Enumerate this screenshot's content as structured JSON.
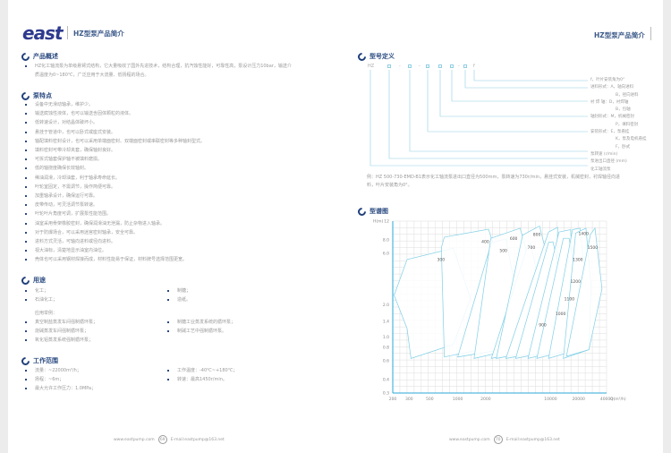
{
  "header": {
    "logo": "east",
    "title": "HZ型泵产品简介",
    "title_right": "HZ型泵产品简介"
  },
  "overview": {
    "heading": "产品概述",
    "lines": [
      "HZ化工轴流泵为单级悬臂式结构，它大量吸收了国外先进技术，结构合理，抗汽蚀性能好，可靠性高，泵设计压力10bar，输送介",
      "质温度为0~180℃，广泛应用于大流量、低扬程的场合。"
    ]
  },
  "features": {
    "heading": "泵特点",
    "items": [
      "设备中无滑动轴承，维护少。",
      "输送腐蚀性液体，也可以输送含固体颗粒的液体。",
      "低转速设计，对结晶体破坏小。",
      "悬挂于管道中，也可以卧式或座式安装。",
      "轴配填料密封设计，也可以采用单端面密封、双端面密封或串联密封等多种轴封型式。",
      "填料密封可带冷却夹套，确保轴封良好。",
      "可拆式轴套保护轴不被填料磨损。",
      "低的轴挠度确保长效轴封。",
      "稀油润滑，冷却油套，利于轴承寿命延长。",
      "叶轮室固定，不需调节，操作简便可靠。",
      "加重轴承设计，确保运行可靠。",
      "皮带传动，可灵活调节泵转速。",
      "叶轮叶片角度可调，扩展泵性能范围。",
      "油室采用骨架橡胶密封，确保润滑油无泄漏，防止杂物进入轴承。",
      "对于防爆场合，可以采用迷宫密封轴承，安全可靠。",
      "进料方式灵活，可轴向进料或径向进料。",
      "视大油标，清楚地显示油室内油位。",
      "壳体也可以采用钢材焊接而成，材料性能易于保证，材料牌号选择范围更宽。"
    ]
  },
  "uses": {
    "heading": "用途",
    "left": [
      "化工；",
      "石油化工；"
    ],
    "right": [
      "制糖；",
      "造纸。"
    ],
    "examples_label": "应用举例：",
    "examples_left": [
      "真空制盐蒸发车间强制循环泵；",
      "烧碱蒸发车间强制循环泵；",
      "氧化铝蒸发系统强制循环泵；"
    ],
    "examples_right": [
      "制糖工业蒸发系统的循环泵；",
      "制碱工艺中强制循环泵。"
    ]
  },
  "range": {
    "heading": "工作范围",
    "left": [
      "流量：~22000m³/h；",
      "扬程：~6m；",
      "最大允许工作压力：1.0MPa；"
    ],
    "right": [
      "工作温度：-40℃~+180℃；",
      "转速：最高1450r/min。"
    ]
  },
  "footer_left": {
    "site": "www.eastpump.com",
    "page": "69",
    "email": "E-mail:eastpump@163.net"
  },
  "footer_right": {
    "site": "www.eastpump.com",
    "page": "70",
    "email": "E-mail:eastpump@163.net"
  },
  "model": {
    "heading": "型号定义",
    "prefix": "HZ",
    "dash": "-",
    "suffix": "f",
    "legend": [
      "f，叶片安装角为0°",
      "进料形式：A，轴向进料",
      "B，径向进料",
      "衬 焊 轴：D，衬焊轴",
      "B，包轴",
      "轴封形式：M，机械密封",
      "P，填料密封",
      "安装形式：E，泵悬挂",
      "K，泵及电机悬挂",
      "F，卧式",
      "泵转速 (r/min)",
      "泵进出口直径 (mm)",
      "化工轴流泵"
    ],
    "example": [
      "例：HZ 500-730-EMD-B1表示化工轴流泵进出口直径为500mm，泵转速为730r/min，悬挂式安装，机械密封，衬焊轴径向进",
      "料，叶片安装角为0°。"
    ]
  },
  "chart_heading": "型谱图",
  "chart_data": {
    "type": "area",
    "xlabel": "Q(m³/h)",
    "ylabel": "H(m)",
    "xscale": "log",
    "yscale": "log",
    "xlim": [
      200,
      40000
    ],
    "ylim": [
      0.3,
      12
    ],
    "grid": true,
    "xticks": [
      "200",
      "300",
      "500",
      "1000",
      "2000",
      "10000",
      "20000",
      "40000"
    ],
    "yticks": [
      "12",
      "8.0",
      "6.0",
      "2.0",
      "1.4",
      "1.0",
      "0.8",
      "0.6",
      "0.4",
      "0.3"
    ],
    "series": [
      {
        "name": "300",
        "label_at": [
          660,
          5.1
        ],
        "points": [
          [
            207,
            2.44
          ],
          [
            285,
            5.26
          ],
          [
            895,
            6.7
          ],
          [
            1374,
            2.29
          ],
          [
            895,
            0.85
          ],
          [
            314,
            0.63
          ],
          [
            285,
            1.2
          ]
        ]
      },
      {
        "name": "400",
        "label_at": [
          1980,
          7.5
        ],
        "points": [
          [
            718,
            8.5
          ],
          [
            2144,
            10.1
          ],
          [
            3180,
            3.5
          ],
          [
            1845,
            0.77
          ],
          [
            718,
            0.65
          ],
          [
            667,
            6.8
          ]
        ]
      },
      {
        "name": "500",
        "label_at": [
          3100,
          6.2
        ],
        "points": [
          [
            2300,
            7.5
          ],
          [
            3300,
            8.2
          ],
          [
            4000,
            3.4
          ],
          [
            3500,
            0.78
          ],
          [
            1000,
            0.65
          ]
        ]
      },
      {
        "name": "600",
        "label_at": [
          4000,
          8.0
        ],
        "points": [
          [
            2270,
            8.3
          ],
          [
            4700,
            10.3
          ],
          [
            6300,
            4.1
          ],
          [
            4100,
            0.77
          ],
          [
            1500,
            0.63
          ]
        ]
      },
      {
        "name": "700",
        "label_at": [
          6200,
          6.6
        ],
        "points": [
          [
            5700,
            7.2
          ],
          [
            6100,
            7.4
          ],
          [
            7600,
            3.0
          ],
          [
            5270,
            0.74
          ],
          [
            2300,
            0.63
          ]
        ]
      },
      {
        "name": "800",
        "label_at": [
          7100,
          8.7
        ],
        "points": [
          [
            5000,
            8.9
          ],
          [
            7600,
            10.8
          ],
          [
            11000,
            3.0
          ],
          [
            7100,
            0.74
          ],
          [
            2600,
            0.63
          ]
        ]
      },
      {
        "name": "900",
        "label_at": [
          8200,
          1.25
        ],
        "points": [
          [
            9500,
            9.5
          ],
          [
            11900,
            10.5
          ],
          [
            11600,
            3.0
          ],
          [
            8500,
            0.73
          ],
          [
            3300,
            0.63
          ]
        ]
      },
      {
        "name": "1000",
        "label_at": [
          12800,
          1.6
        ],
        "points": [
          [
            9500,
            7.6
          ],
          [
            10600,
            7.7
          ],
          [
            13700,
            2.8
          ],
          [
            9900,
            0.73
          ],
          [
            4200,
            0.63
          ]
        ]
      },
      {
        "name": "1100",
        "label_at": [
          15900,
          2.2
        ],
        "points": [
          [
            12300,
            9.5
          ],
          [
            16400,
            10.0
          ],
          [
            17700,
            2.8
          ],
          [
            12300,
            0.74
          ],
          [
            5700,
            0.63
          ]
        ]
      },
      {
        "name": "1200",
        "label_at": [
          18500,
          3.2
        ],
        "points": [
          [
            13700,
            8.3
          ],
          [
            15800,
            8.3
          ],
          [
            19600,
            2.8
          ],
          [
            15300,
            0.75
          ],
          [
            7100,
            0.63
          ]
        ]
      },
      {
        "name": "1300",
        "label_at": [
          19600,
          5.1
        ],
        "points": [
          [
            17200,
            10
          ],
          [
            20700,
            10.3
          ],
          [
            24000,
            3.0
          ],
          [
            18500,
            0.75
          ],
          [
            9500,
            0.63
          ]
        ]
      },
      {
        "name": "1400",
        "label_at": [
          22600,
          8.9
        ],
        "points": [
          [
            18600,
            9.3
          ],
          [
            24000,
            10.3
          ],
          [
            27200,
            3.0
          ],
          [
            25800,
            0.76
          ],
          [
            13700,
            0.63
          ]
        ]
      },
      {
        "name": "1500",
        "label_at": [
          28300,
          6.6
        ],
        "points": [
          [
            26800,
            9.0
          ],
          [
            30000,
            10.3
          ],
          [
            35700,
            2.8
          ],
          [
            25800,
            0.76
          ],
          [
            14800,
            0.66
          ]
        ]
      }
    ]
  },
  "colors": {
    "navy": "#1e3f7a",
    "logo": "#2e3a8e",
    "curve": "#7fcfe6",
    "axis": "#2aa7d8",
    "grid": "#dddddd"
  }
}
